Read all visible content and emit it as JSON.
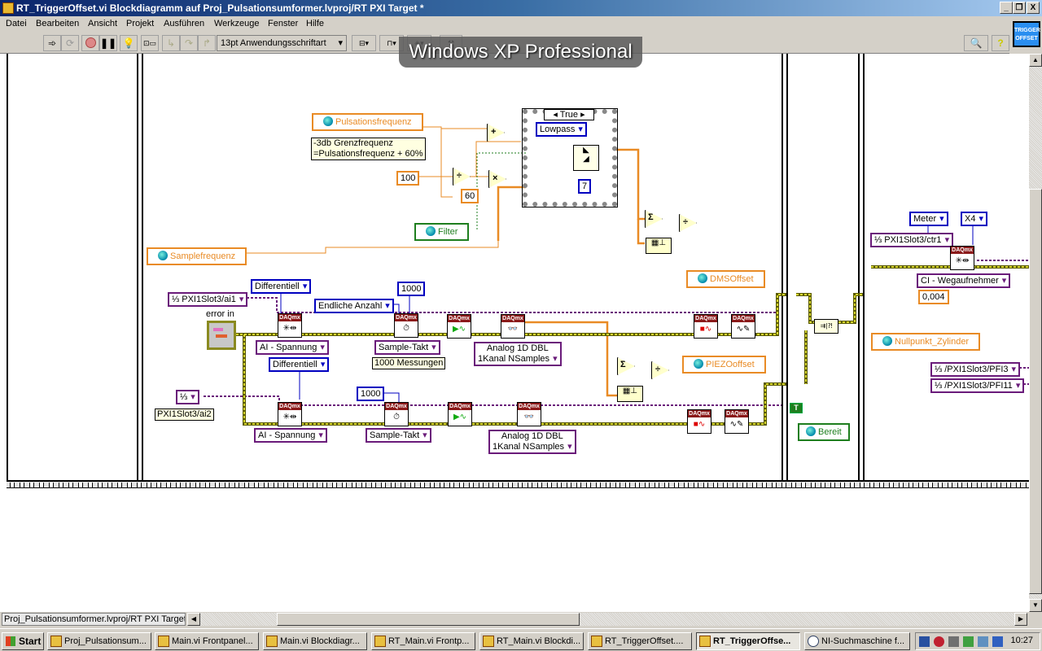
{
  "window": {
    "title": "RT_TriggerOffset.vi Blockdiagramm auf Proj_Pulsationsumformer.lvproj/RT PXI Target *",
    "controls": [
      "minimize",
      "restore",
      "close"
    ]
  },
  "menu": [
    "Datei",
    "Bearbeiten",
    "Ansicht",
    "Projekt",
    "Ausführen",
    "Werkzeuge",
    "Fenster",
    "Hilfe"
  ],
  "toolbar": {
    "font_selector": "13pt Anwendungsschriftart",
    "buttons": [
      "run-arrow",
      "run-continuously",
      "abort",
      "pause",
      "highlight-execution",
      "retain-wire-values",
      "step-into",
      "step-over",
      "step-out",
      "align",
      "distribute",
      "reorder",
      "cleanup"
    ],
    "right_buttons": [
      "search",
      "help"
    ],
    "vi_icon_text": [
      "TRIGGER",
      "OFFSET"
    ]
  },
  "overlay": "Windows XP Professional",
  "diagram": {
    "globals": {
      "pulsationsfrequenz": "Pulsationsfrequenz",
      "samplefrequenz": "Samplefrequenz",
      "filter": "Filter",
      "dmsoffset": "DMSOffset",
      "piezooffset": "PIEZOoffset",
      "nullpunkt": "Nullpunkt_Zylinder",
      "bereit": "Bereit"
    },
    "comment": [
      "-3db Grenzfrequenz",
      "=Pulsationsfrequenz + 60%"
    ],
    "constants": {
      "c100": "100",
      "c60": "60",
      "c7": "7",
      "c1000a": "1000",
      "c1000b": "1000",
      "c0004": "0,004",
      "true_const": "T"
    },
    "case_selector": "True",
    "filter_type": "Lowpass",
    "enums": {
      "diff1": "Differentiell",
      "diff2": "Differentiell",
      "endliche": "Endliche Anzahl",
      "ai_span1": "AI - Spannung",
      "ai_span2": "AI - Spannung",
      "sample_takt1": "Sample-Takt",
      "sample_takt2": "Sample-Takt",
      "read1": [
        "Analog 1D DBL",
        "1Kanal NSamples"
      ],
      "read2": [
        "Analog 1D DBL",
        "1Kanal NSamples"
      ],
      "meter": "Meter",
      "x4": "X4",
      "ci_weg": "CI - Wegaufnehmer"
    },
    "channels": {
      "ai1": "PXI1Slot3/ai1",
      "ai2_label": "PXI1Slot3/ai2",
      "ctr1": "PXI1Slot3/ctr1",
      "pfi3": "/PXI1Slot3/PFI3",
      "pfi11": "/PXI1Slot3/PFI11"
    },
    "labels": {
      "error_in": "error in",
      "messungen": "1000 Messungen"
    },
    "daqmx_header": "DAQmx"
  },
  "statusbar": {
    "path": "Proj_Pulsationsumformer.lvproj/RT PXI Target"
  },
  "taskbar": {
    "start": "Start",
    "tasks": [
      {
        "label": "Proj_Pulsationsum...",
        "active": false
      },
      {
        "label": "Main.vi Frontpanel...",
        "active": false
      },
      {
        "label": "Main.vi Blockdiagr...",
        "active": false
      },
      {
        "label": "RT_Main.vi Frontp...",
        "active": false
      },
      {
        "label": "RT_Main.vi Blockdi...",
        "active": false
      },
      {
        "label": "RT_TriggerOffset....",
        "active": false
      },
      {
        "label": "RT_TriggerOffse...",
        "active": true
      },
      {
        "label": "NI-Suchmaschine f...",
        "active": false
      }
    ],
    "clock": "10:27"
  }
}
